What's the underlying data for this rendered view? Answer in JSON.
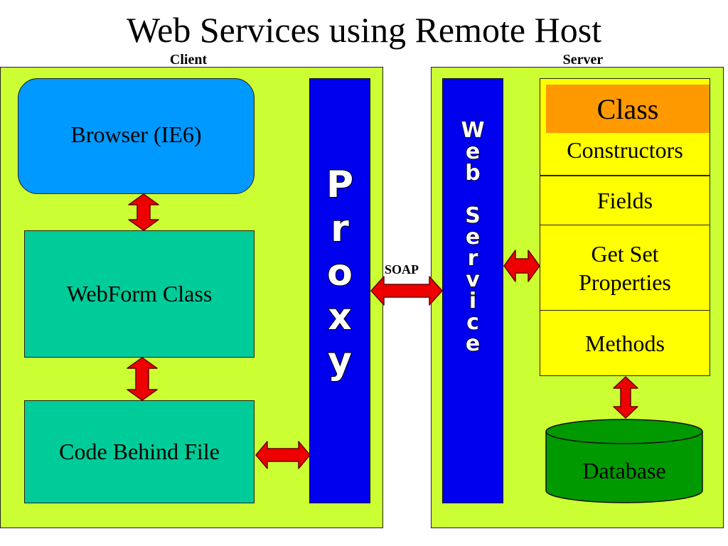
{
  "title": "Web Services using Remote Host",
  "client": {
    "label": "Client",
    "browser": "Browser (IE6)",
    "webform": "WebForm Class",
    "codebehind": "Code Behind File",
    "proxy_letters": [
      "P",
      "r",
      "o",
      "x",
      "y"
    ]
  },
  "server": {
    "label": "Server",
    "webservice_letters": [
      "W",
      "e",
      "b",
      "",
      "S",
      "e",
      "r",
      "v",
      "i",
      "c",
      "e"
    ],
    "class_header": "Class",
    "members": {
      "constructors": "Constructors",
      "fields": "Fields",
      "properties": "Get Set\nProperties",
      "methods": "Methods"
    },
    "database": "Database"
  },
  "connector": {
    "soap": "SOAP"
  },
  "colors": {
    "panel": "#ccff33",
    "browser": "#0099ff",
    "teal": "#00cc99",
    "bar": "#0000ee",
    "class_member": "#ffff00",
    "class_header": "#ff9900",
    "database": "#009900",
    "arrow": "#ee0000"
  }
}
